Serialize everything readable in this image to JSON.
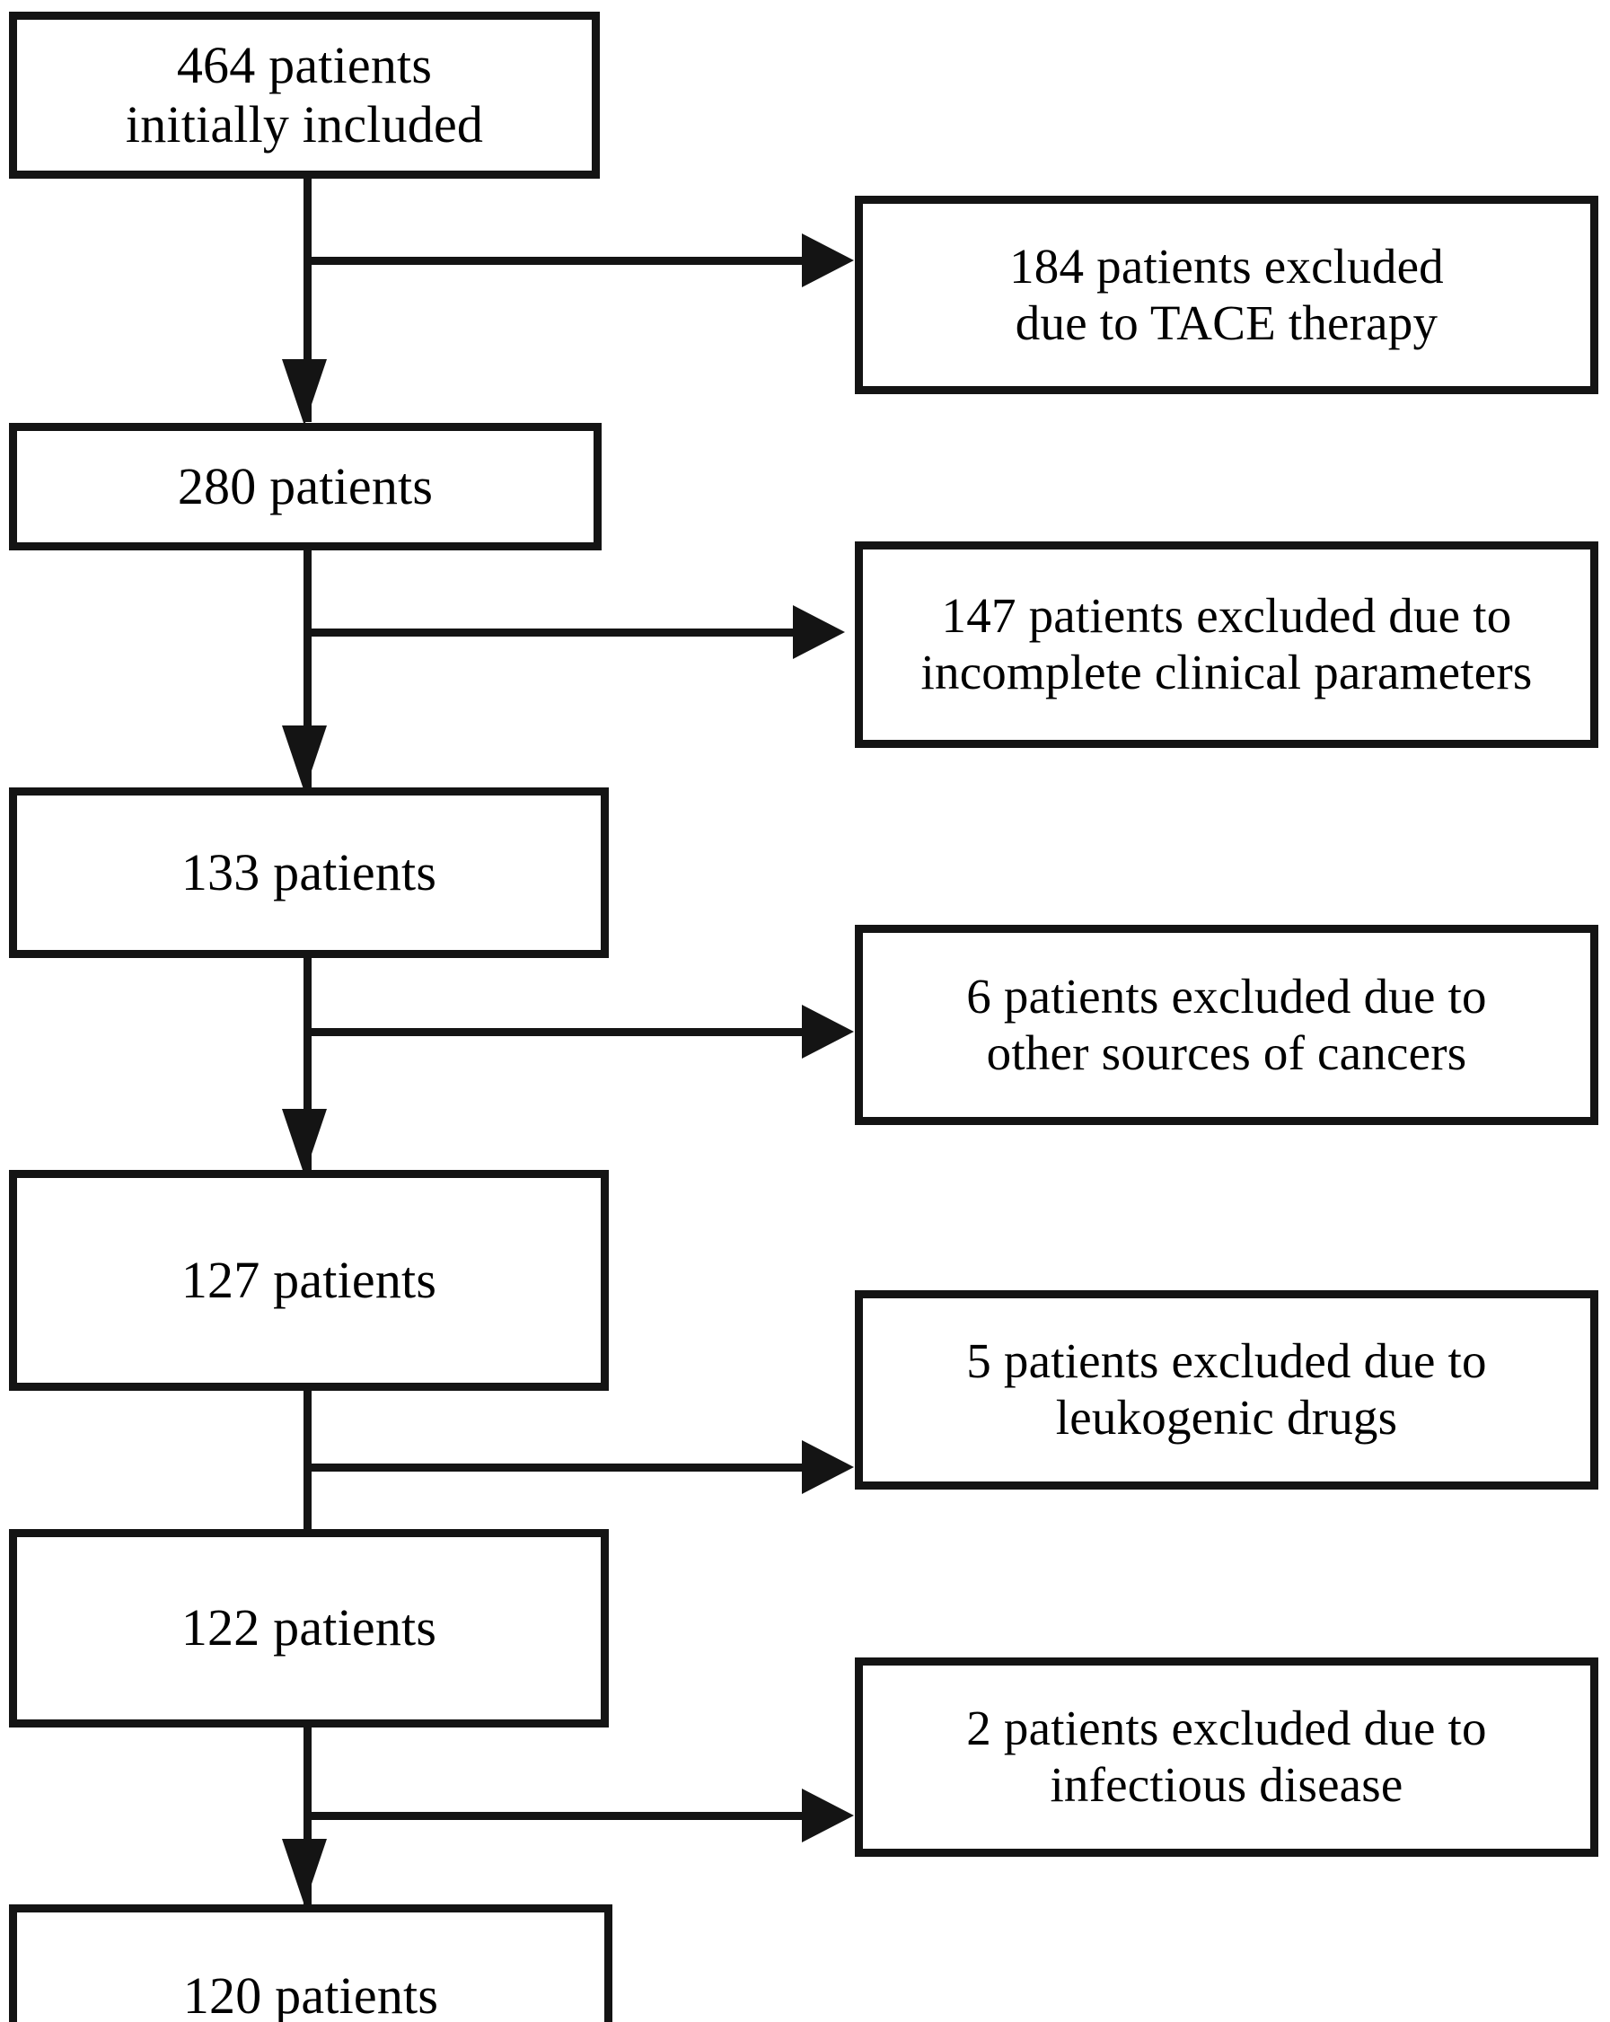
{
  "diagram": {
    "type": "flowchart",
    "title": "Patient selection flow diagram",
    "orientation": "top-to-bottom",
    "colors": {
      "stroke": "#141414",
      "fill": "#ffffff",
      "text": "#000000"
    },
    "main_nodes": [
      {
        "id": "n464",
        "label": "464 patients\ninitially included",
        "count": 464
      },
      {
        "id": "n280",
        "label": "280 patients",
        "count": 280
      },
      {
        "id": "n133",
        "label": "133 patients",
        "count": 133
      },
      {
        "id": "n127",
        "label": "127 patients",
        "count": 127
      },
      {
        "id": "n122",
        "label": "122 patients",
        "count": 122
      },
      {
        "id": "n120",
        "label": "120 patients",
        "count": 120
      }
    ],
    "exclusion_nodes": [
      {
        "id": "e184",
        "label": "184 patients excluded\ndue to TACE therapy",
        "count": 184,
        "reason": "TACE therapy"
      },
      {
        "id": "e147",
        "label": "147 patients excluded due to\nincomplete clinical parameters",
        "count": 147,
        "reason": "incomplete clinical parameters"
      },
      {
        "id": "e6",
        "label": "6 patients excluded due to\nother sources of cancers",
        "count": 6,
        "reason": "other sources of cancers"
      },
      {
        "id": "e5",
        "label": "5 patients excluded due to\nleukogenic drugs",
        "count": 5,
        "reason": "leukogenic drugs"
      },
      {
        "id": "e2",
        "label": "2 patients excluded due to\ninfectious disease",
        "count": 2,
        "reason": "infectious disease"
      }
    ],
    "edges": [
      {
        "from": "n464",
        "to": "n280",
        "kind": "down-arrow"
      },
      {
        "from": "n464",
        "to": "e184",
        "kind": "right-arrow"
      },
      {
        "from": "n280",
        "to": "n133",
        "kind": "down-arrow"
      },
      {
        "from": "n280",
        "to": "e147",
        "kind": "right-arrow"
      },
      {
        "from": "n133",
        "to": "n127",
        "kind": "down-arrow"
      },
      {
        "from": "n133",
        "to": "e6",
        "kind": "right-arrow"
      },
      {
        "from": "n127",
        "to": "n122",
        "kind": "down-arrow"
      },
      {
        "from": "n127",
        "to": "e5",
        "kind": "right-arrow"
      },
      {
        "from": "n122",
        "to": "n120",
        "kind": "down-arrow"
      },
      {
        "from": "n122",
        "to": "e2",
        "kind": "right-arrow"
      }
    ]
  }
}
